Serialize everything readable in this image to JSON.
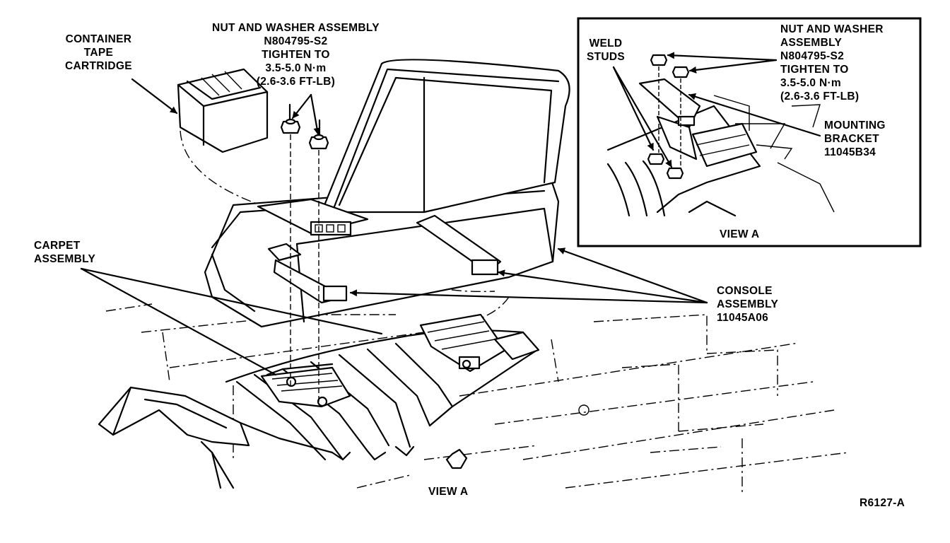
{
  "labels": {
    "container": [
      "CONTAINER",
      "TAPE",
      "CARTRIDGE"
    ],
    "nut_main": [
      "NUT AND WASHER ASSEMBLY",
      "N804795-S2",
      "TIGHTEN TO",
      "3.5-5.0 N·m",
      "(2.6-3.6 FT-LB)"
    ],
    "carpet": [
      "CARPET",
      "ASSEMBLY"
    ],
    "console": [
      "CONSOLE",
      "ASSEMBLY",
      "11045A06"
    ],
    "view_a_main": "VIEW A",
    "figure_id": "R6127-A"
  },
  "inset": {
    "weld": [
      "WELD",
      "STUDS"
    ],
    "nut": [
      "NUT AND WASHER",
      "ASSEMBLY",
      "N804795-S2",
      "TIGHTEN TO",
      "3.5-5.0 N·m",
      "(2.6-3.6 FT-LB)"
    ],
    "bracket": [
      "MOUNTING",
      "BRACKET",
      "11045B34"
    ],
    "caption": "VIEW A"
  }
}
